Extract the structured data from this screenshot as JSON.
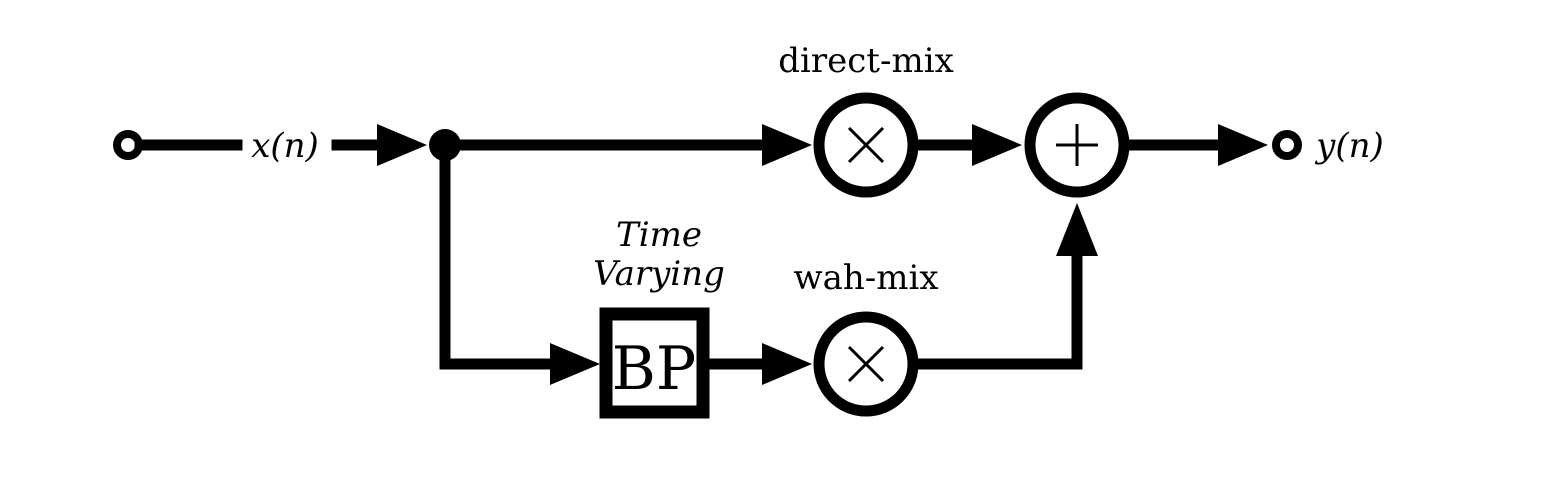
{
  "labels": {
    "input": "x(n)",
    "output": "y(n)",
    "direct_mix": "direct-mix",
    "wah_mix": "wah-mix",
    "time_varying_line1": "Time",
    "time_varying_line2": "Varying",
    "bandpass": "BP"
  },
  "colors": {
    "stroke": "#000000",
    "background": "#ffffff"
  },
  "icons": {
    "multiply": "multiply-icon",
    "add": "plus-icon",
    "input_terminal": "terminal-icon",
    "output_terminal": "terminal-icon"
  }
}
